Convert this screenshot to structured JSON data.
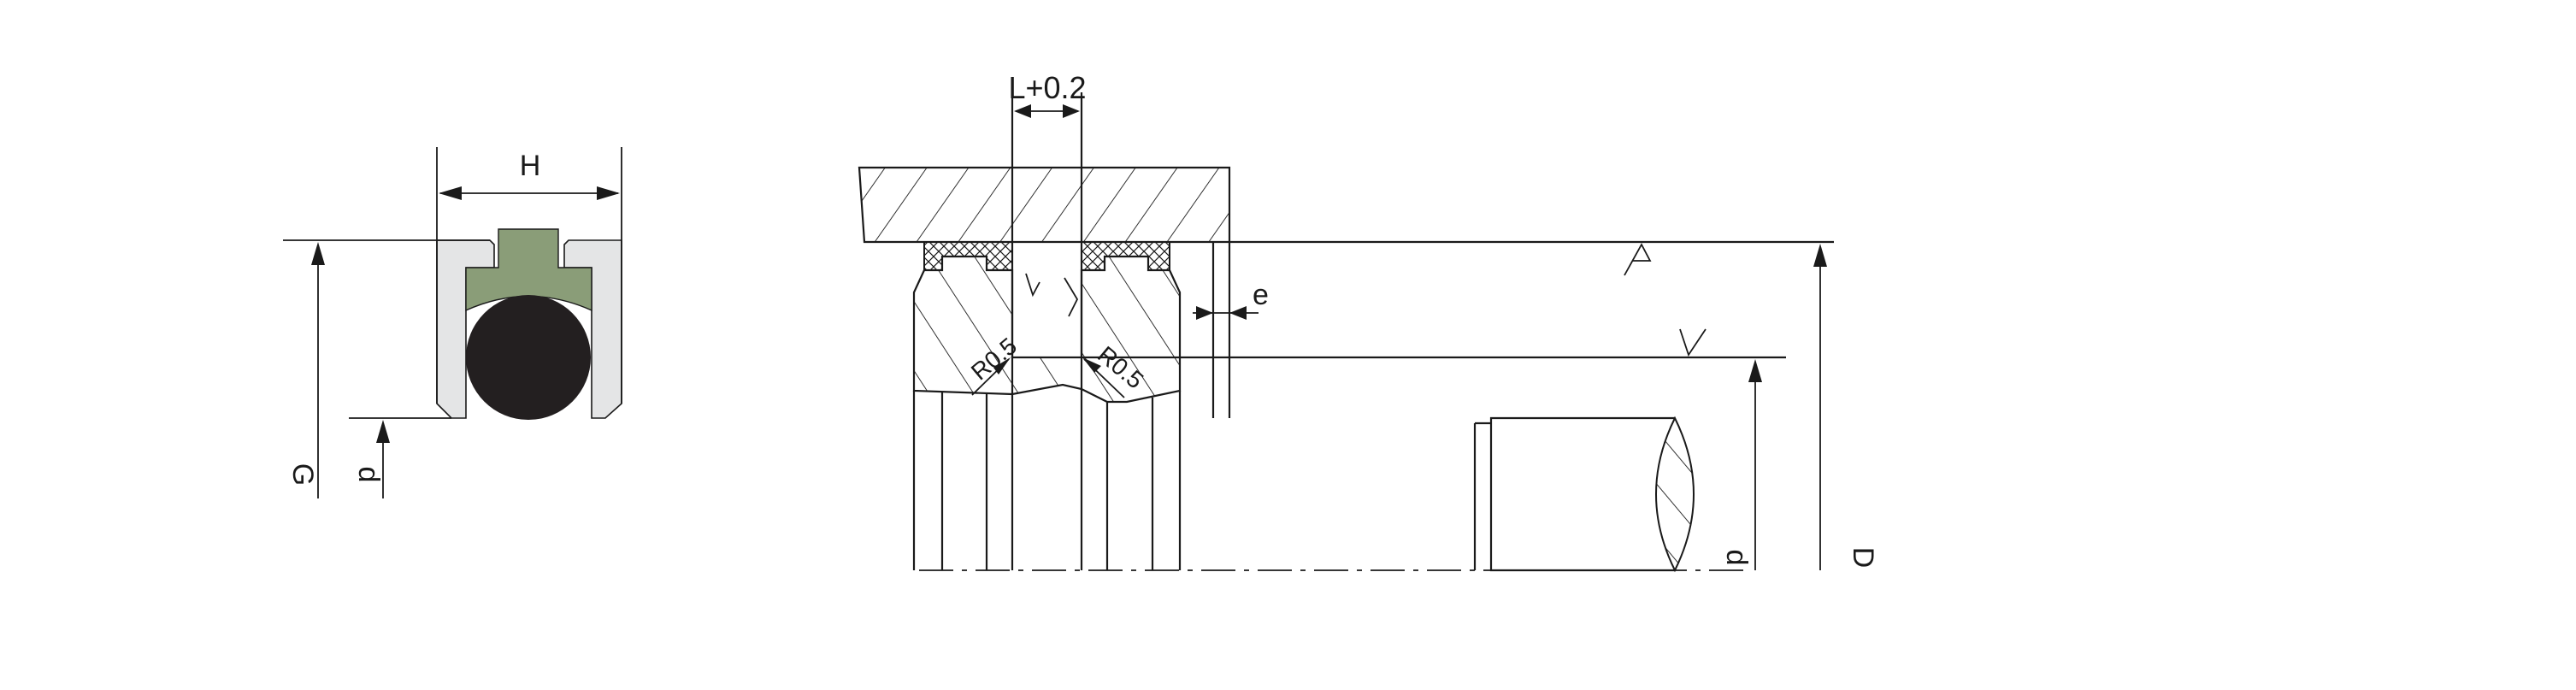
{
  "colors": {
    "line": "#1a1a1a",
    "gland": "#e4e5e6",
    "seal_ring": "#8a9d78",
    "o_ring": "#231f20"
  },
  "left_section": {
    "width_label": "H",
    "outer_dia_label": "G",
    "inner_dia_label": "d"
  },
  "main_section": {
    "groove_width_label": "L+0.2",
    "gap_label": "e",
    "radius_left_label": "R0.5",
    "radius_right_label": "R0.5",
    "rod_dia_label": "d",
    "bore_dia_label": "D"
  }
}
